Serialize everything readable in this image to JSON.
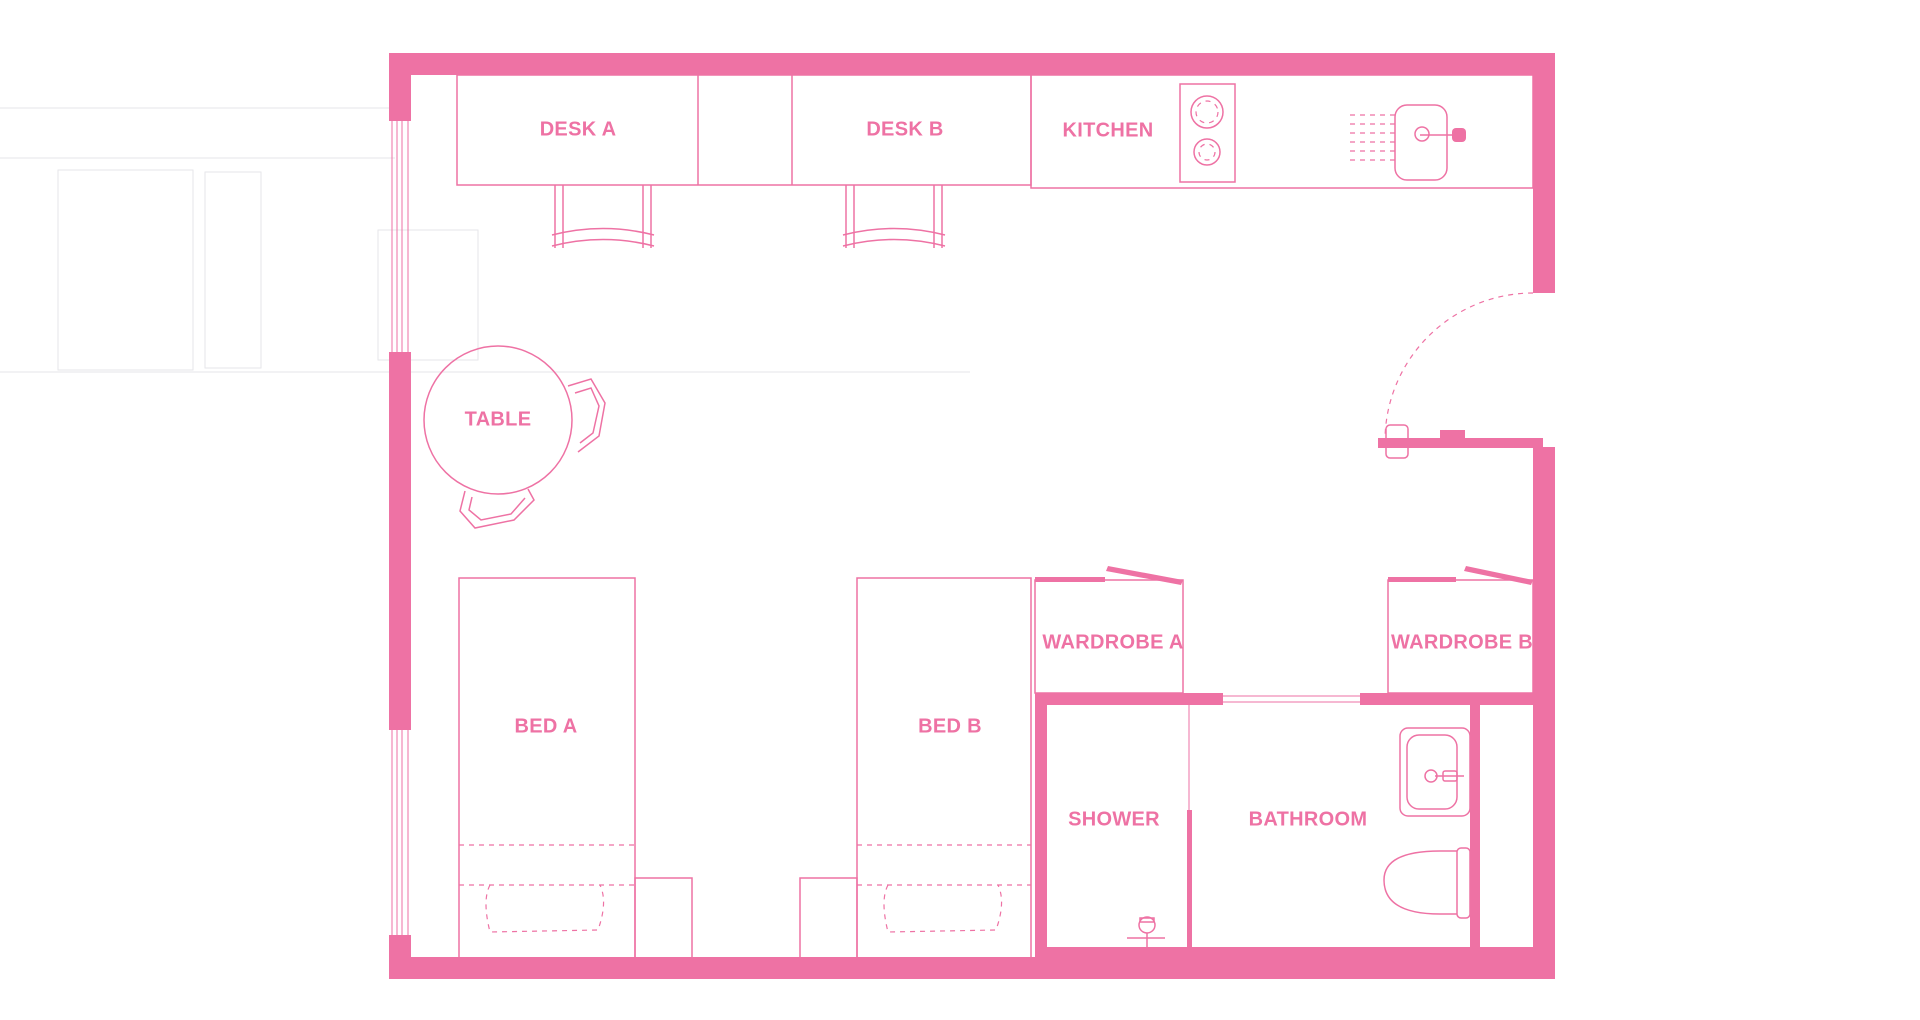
{
  "colors": {
    "wall": "#EE72A4",
    "background": "#FFFFFF"
  },
  "rooms": {
    "desk_a": "DESK A",
    "desk_b": "DESK B",
    "kitchen": "KITCHEN",
    "table": "TABLE",
    "wardrobe_a": "WARDROBE A",
    "wardrobe_b": "WARDROBE B",
    "bed_a": "BED A",
    "bed_b": "BED B",
    "shower": "SHOWER",
    "bathroom": "BATHROOM"
  }
}
